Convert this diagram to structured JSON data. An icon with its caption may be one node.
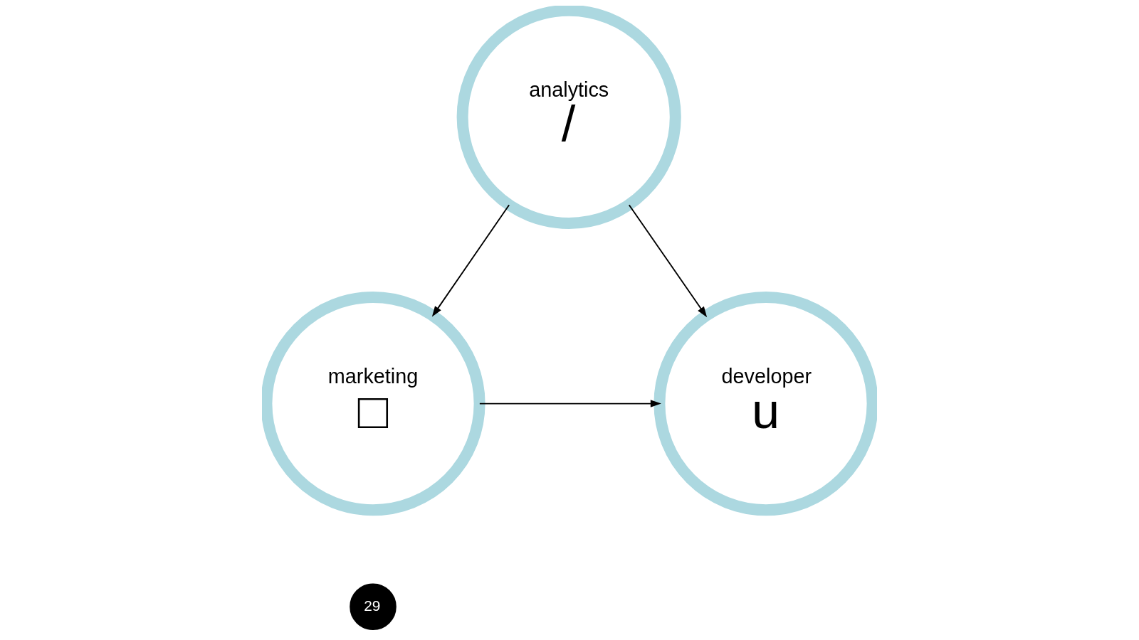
{
  "diagram": {
    "nodes": [
      {
        "text": [
          "analytics",
          "/"
        ]
      },
      {
        "text": [
          "marketing",
          "□"
        ]
      },
      {
        "text": [
          "developer",
          "u"
        ]
      },
      {
        "text": [
          "29"
        ]
      }
    ],
    "edges": [
      {
        "from": 0,
        "to": 1,
        "arrow": "to"
      },
      {
        "from": 0,
        "to": 2,
        "arrow": "to"
      },
      {
        "from": 1,
        "to": 2,
        "arrow": "to"
      }
    ]
  }
}
